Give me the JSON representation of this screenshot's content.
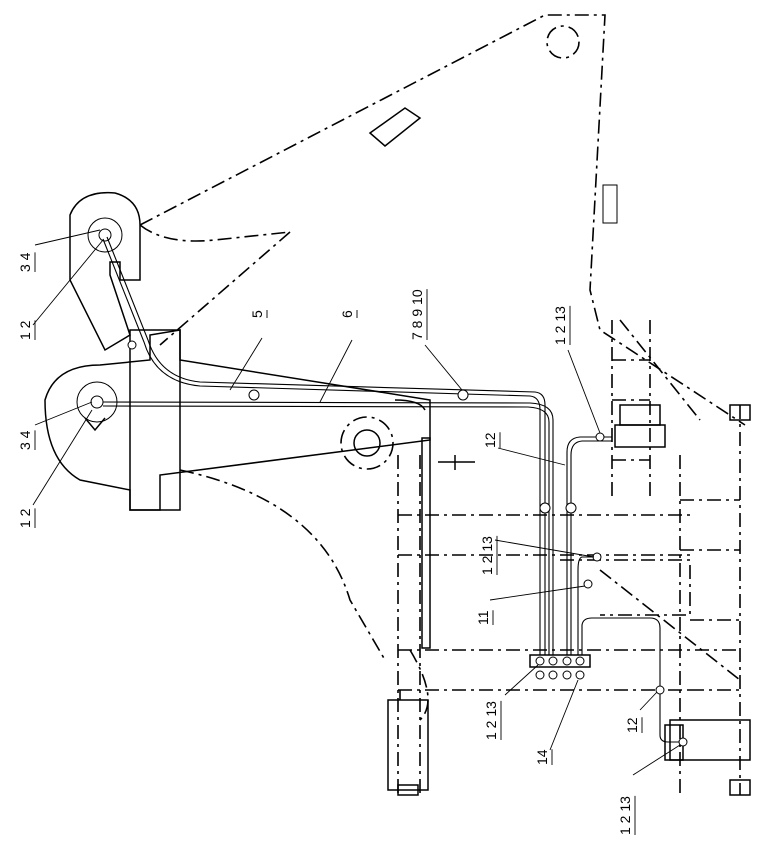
{
  "callouts": [
    {
      "id": "c1",
      "text": "3 4"
    },
    {
      "id": "c2",
      "text": "1 2"
    },
    {
      "id": "c3",
      "text": "3 4"
    },
    {
      "id": "c4",
      "text": "1 2"
    },
    {
      "id": "c5",
      "text": "5"
    },
    {
      "id": "c6",
      "text": "6"
    },
    {
      "id": "c7",
      "text": "7 8 9 10"
    },
    {
      "id": "c8",
      "text": "1 2 13"
    },
    {
      "id": "c9",
      "text": "12"
    },
    {
      "id": "c10",
      "text": "1 2 13"
    },
    {
      "id": "c11",
      "text": "11"
    },
    {
      "id": "c12",
      "text": "1 2 13"
    },
    {
      "id": "c13",
      "text": "14"
    },
    {
      "id": "c14",
      "text": "12"
    },
    {
      "id": "c15",
      "text": "1 2 13"
    }
  ]
}
